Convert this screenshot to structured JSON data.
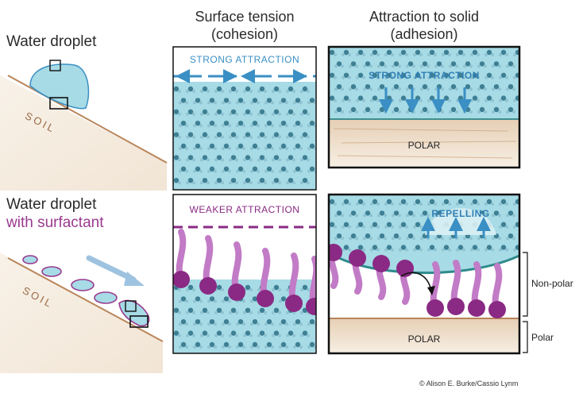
{
  "headers": {
    "col1_line1": "Surface tension",
    "col1_line2": "(cohesion)",
    "col2_line1": "Attraction to solid",
    "col2_line2": "(adhesion)"
  },
  "left": {
    "top_droplet": "Water droplet",
    "bottom_droplet_line1": "Water droplet",
    "bottom_droplet_line2": "with surfactant",
    "soil_top": "SOIL",
    "soil_bottom": "SOIL"
  },
  "panels": {
    "p1_label": "STRONG ATTRACTION",
    "p2_label": "STRONG ATTRACTION",
    "p2_polar": "POLAR",
    "p3_label": "WEAKER ATTRACTION",
    "p4_label": "REPELLING",
    "p4_polar": "POLAR"
  },
  "braces": {
    "nonpolar": "Non-polar",
    "polar": "Polar"
  },
  "credit": "© Alison E. Burke/Cassio Lynm",
  "colors": {
    "water_blue": "#a7dbe6",
    "arrow_blue": "#3a8fc4",
    "surfactant_purple": "#8a2a84",
    "surfactant_tail": "#c27bc6",
    "soil_tan": "#c9a37a"
  }
}
